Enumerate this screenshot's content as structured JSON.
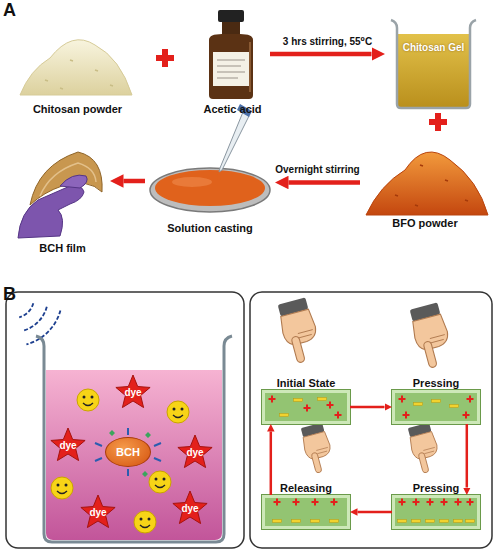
{
  "diagram": {
    "nodes": [
      {
        "text": [
          "Chitosan powder"
        ]
      },
      {
        "text": [
          "Acetic acid"
        ]
      },
      {
        "text": [
          "Chitosan Gel"
        ]
      },
      {
        "text": [
          "BCH film"
        ]
      },
      {
        "text": [
          "Solution casting"
        ]
      },
      {
        "text": [
          "BFO powder"
        ]
      },
      {
        "text": [
          "dye"
        ]
      },
      {
        "text": [
          "dye"
        ]
      },
      {
        "text": [
          "BCH"
        ]
      },
      {
        "text": [
          "dye"
        ]
      },
      {
        "text": [
          "dye"
        ]
      },
      {
        "text": [
          "dye"
        ]
      },
      {
        "text": [
          "Initial State"
        ]
      },
      {
        "text": [
          "Pressing"
        ]
      },
      {
        "text": [
          "Releasing"
        ]
      },
      {
        "text": [
          "Pressing"
        ]
      }
    ],
    "edges": [
      {
        "from": 1,
        "to": 2,
        "arrow": "to",
        "label": "3 hrs stirring, 55⁰C"
      },
      {
        "from": 5,
        "to": 4,
        "arrow": "to",
        "label": "Overnight stirring"
      },
      {
        "from": 4,
        "to": 3,
        "arrow": "to"
      },
      {
        "from": 12,
        "to": 13,
        "arrow": "to"
      },
      {
        "from": 13,
        "to": 15,
        "arrow": "to"
      },
      {
        "from": 15,
        "to": 14,
        "arrow": "to"
      },
      {
        "from": 14,
        "to": 12,
        "arrow": "to"
      }
    ],
    "labels": [
      "A",
      "B"
    ]
  }
}
